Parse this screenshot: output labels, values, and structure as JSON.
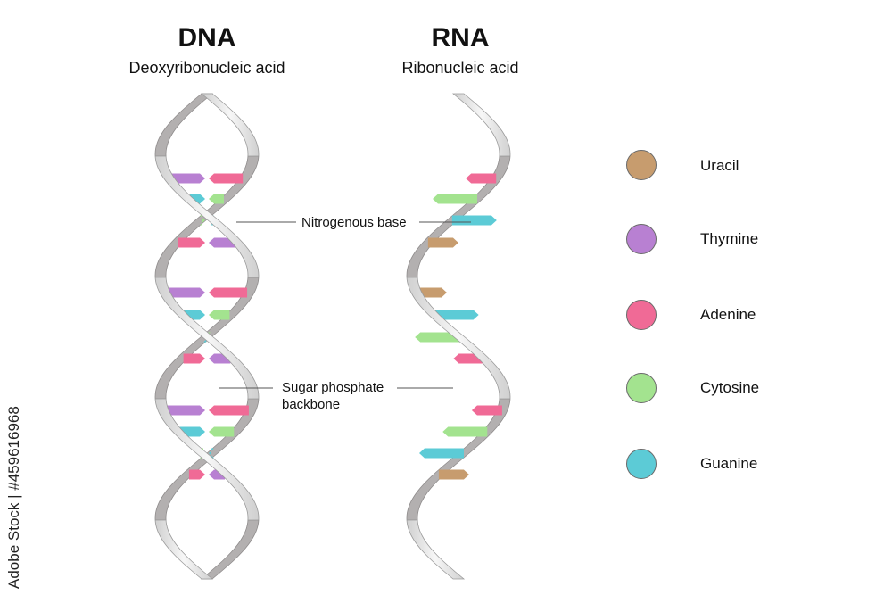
{
  "dna": {
    "title": "DNA",
    "subtitle": "Deoxyribonucleic acid"
  },
  "rna": {
    "title": "RNA",
    "subtitle": "Ribonucleic acid"
  },
  "annotations": {
    "nitrogenous_base": "Nitrogenous base",
    "sugar_phosphate_line1": "Sugar phosphate",
    "sugar_phosphate_line2": "backbone"
  },
  "legend": [
    {
      "name": "Uracil",
      "color": "#c79c6e"
    },
    {
      "name": "Thymine",
      "color": "#b880d2"
    },
    {
      "name": "Adenine",
      "color": "#f06a96"
    },
    {
      "name": "Cytosine",
      "color": "#a3e38f"
    },
    {
      "name": "Guanine",
      "color": "#5ccbd6"
    }
  ],
  "watermark": "Adobe Stock | #459616968",
  "dna_pairs": [
    [
      "Thymine",
      "Adenine"
    ],
    [
      "Guanine",
      "Cytosine"
    ],
    [
      "Cytosine",
      "Guanine"
    ],
    [
      "Adenine",
      "Thymine"
    ],
    [
      "Thymine",
      "Adenine"
    ],
    [
      "Guanine",
      "Cytosine"
    ],
    [
      "Cytosine",
      "Guanine"
    ],
    [
      "Adenine",
      "Thymine"
    ],
    [
      "Thymine",
      "Adenine"
    ],
    [
      "Guanine",
      "Cytosine"
    ],
    [
      "Cytosine",
      "Guanine"
    ],
    [
      "Adenine",
      "Thymine"
    ]
  ],
  "rna_bases": [
    "Adenine",
    "Cytosine",
    "Guanine",
    "Uracil",
    "Uracil",
    "Guanine",
    "Cytosine",
    "Adenine",
    "Adenine",
    "Cytosine",
    "Guanine",
    "Uracil"
  ]
}
